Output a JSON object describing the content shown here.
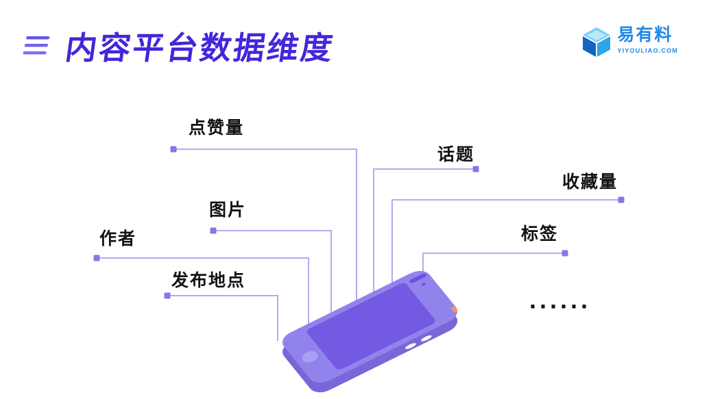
{
  "slide": {
    "title": "内容平台数据维度"
  },
  "logo": {
    "name": "易有料",
    "domain": "YIYOULIAO.COM",
    "icon": "cube-icon"
  },
  "callouts": {
    "likes": {
      "text": "点赞量"
    },
    "topic": {
      "text": "话题"
    },
    "favorites": {
      "text": "收藏量"
    },
    "images": {
      "text": "图片"
    },
    "author": {
      "text": "作者"
    },
    "tags": {
      "text": "标签"
    },
    "location": {
      "text": "发布地点"
    },
    "more": {
      "text": "······"
    }
  },
  "illustration": {
    "subject": "smartphone"
  },
  "colors": {
    "title": "#4426DB",
    "label_text": "#121212",
    "line": "#B4A9F1",
    "marker": "#8478EA",
    "phone_body": "#9183EC",
    "phone_screen": "#7459E2",
    "phone_side": "#7A66D8",
    "logo_blue": "#1E88E5"
  }
}
